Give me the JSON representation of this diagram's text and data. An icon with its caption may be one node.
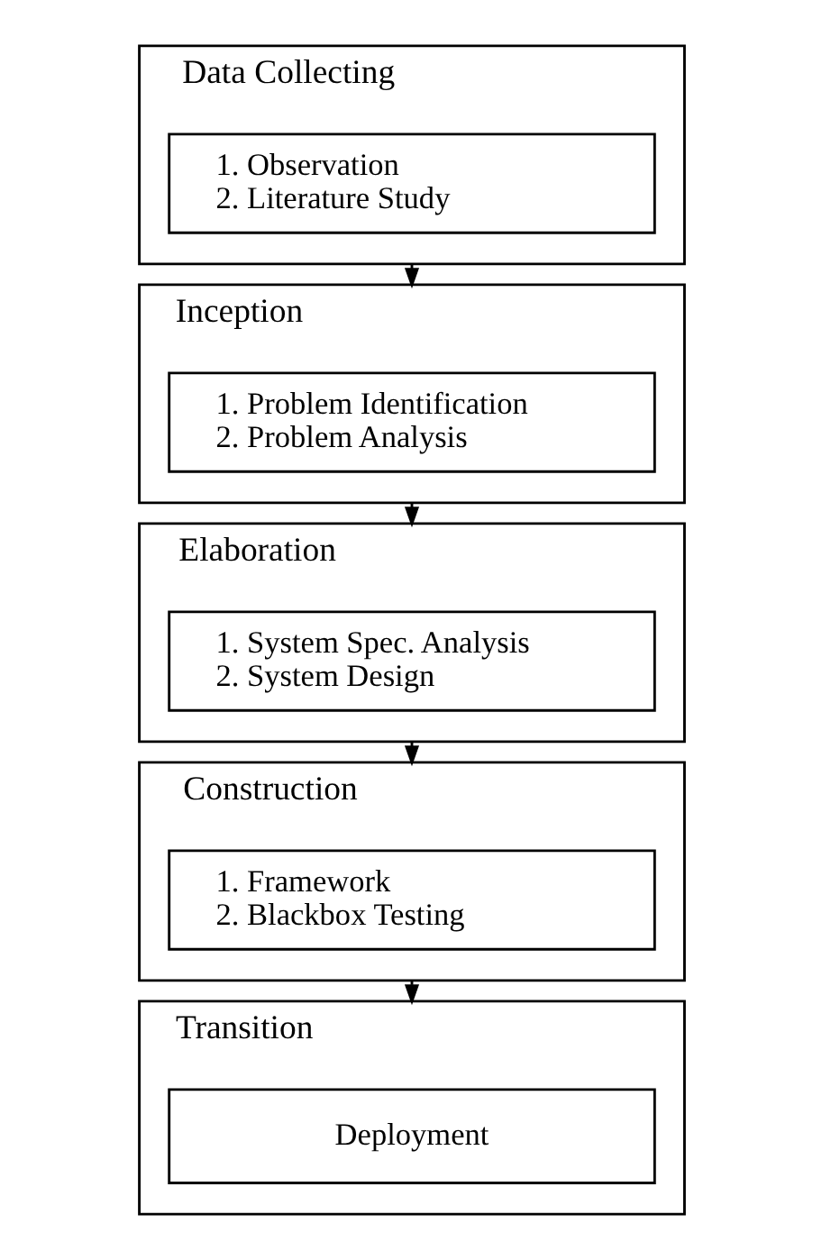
{
  "diagram": {
    "nodes": [
      {
        "text": [
          "Data Collecting"
        ]
      },
      {
        "text": [
          "1. Observation",
          "2. Literature Study"
        ],
        "in": 0
      },
      {
        "text": [
          "Inception"
        ]
      },
      {
        "text": [
          "1. Problem Identification",
          "2. Problem Analysis"
        ],
        "in": 2
      },
      {
        "text": [
          "Elaboration"
        ]
      },
      {
        "text": [
          "1. System Spec. Analysis",
          "2. System Design"
        ],
        "in": 4
      },
      {
        "text": [
          "Construction"
        ]
      },
      {
        "text": [
          "1. Framework",
          "2. Blackbox Testing"
        ],
        "in": 6
      },
      {
        "text": [
          "Transition"
        ]
      },
      {
        "text": [
          "Deployment"
        ],
        "in": 8
      }
    ],
    "edges": [
      {
        "from": 0,
        "to": 2,
        "arrow": "to"
      },
      {
        "from": 2,
        "to": 4,
        "arrow": "to"
      },
      {
        "from": 4,
        "to": 6,
        "arrow": "to"
      },
      {
        "from": 6,
        "to": 8,
        "arrow": "to"
      }
    ]
  }
}
